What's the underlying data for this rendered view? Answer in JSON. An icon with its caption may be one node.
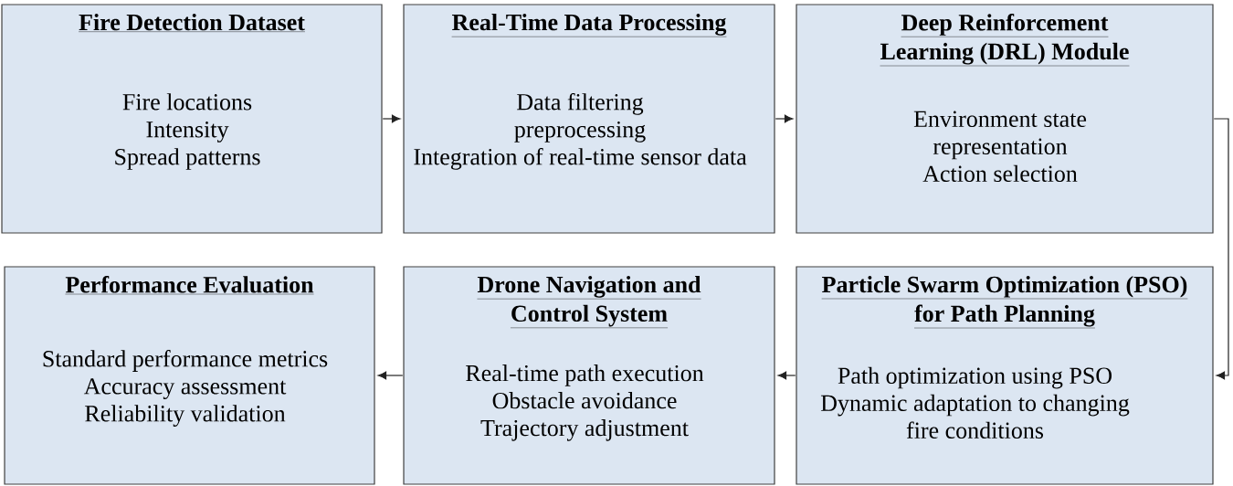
{
  "diagram": {
    "nodes": [
      {
        "text": [
          "Fire Detection Dataset",
          "Fire locations",
          "Intensity",
          "Spread patterns"
        ]
      },
      {
        "text": [
          "Real-Time Data Processing",
          "Data filtering",
          "preprocessing",
          "Integration of real-time sensor data"
        ]
      },
      {
        "text": [
          "Deep Reinforcement Learning (DRL) Module",
          "Environment state representation",
          "Action selection"
        ]
      },
      {
        "text": [
          "Performance Evaluation",
          "Standard performance metrics",
          "Accuracy assessment",
          "Reliability validation"
        ]
      },
      {
        "text": [
          "Drone Navigation and Control System",
          "Real-time path execution",
          "Obstacle avoidance",
          "Trajectory adjustment"
        ]
      },
      {
        "text": [
          "Particle Swarm Optimization (PSO) for Path Planning",
          "Path optimization using PSO",
          "Dynamic adaptation to changing fire conditions"
        ]
      }
    ],
    "edges": [
      {
        "from": 0,
        "to": 1,
        "arrow": "to"
      },
      {
        "from": 1,
        "to": 2,
        "arrow": "to"
      },
      {
        "from": 2,
        "to": 5,
        "arrow": "to"
      },
      {
        "from": 5,
        "to": 4,
        "arrow": "to"
      },
      {
        "from": 4,
        "to": 3,
        "arrow": "to"
      }
    ]
  }
}
